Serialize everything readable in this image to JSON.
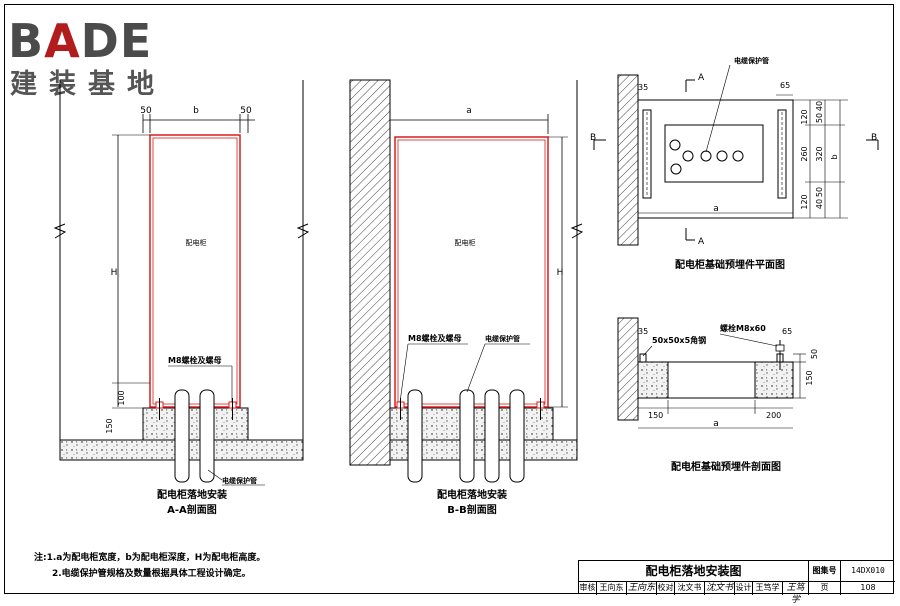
{
  "logo": {
    "brand_prefix": "B",
    "brand_accent": "A",
    "brand_suffix": "DE",
    "subtitle": "建装基地"
  },
  "colors": {
    "cabinet_outline": "#d81e1e",
    "line": "#000000",
    "hatch": "#555555"
  },
  "view_aa": {
    "cabinet_label": "配电柜",
    "dim_left": "50",
    "dim_b": "b",
    "dim_right": "50",
    "dim_h": "H",
    "dim_100": "100",
    "dim_150": "150",
    "bolt_label": "M8螺栓及螺母",
    "pipe_label": "电缆保护管",
    "caption1": "配电柜落地安装",
    "caption2": "A-A剖面图"
  },
  "view_bb": {
    "cabinet_label": "配电柜",
    "dim_a": "a",
    "dim_h": "H",
    "bolt_label": "M8螺栓及螺母",
    "pipe_label": "电缆保护管",
    "caption1": "配电柜落地安装",
    "caption2": "B-B剖面图"
  },
  "plan_view": {
    "pipe_label": "电缆保护管",
    "marker_a": "A",
    "marker_b": "B",
    "dim_65": "65",
    "dim_35": "35",
    "dim_120_top": "120",
    "dim_40_top": "40",
    "dim_50_top": "50",
    "dim_260": "260",
    "dim_320": "320",
    "dim_b": "b",
    "dim_50_bottom": "50",
    "dim_40_bottom": "40",
    "dim_120_bottom": "120",
    "dim_a": "a",
    "caption": "配电柜基础预埋件平面图"
  },
  "section_view": {
    "angle_label": "50x50x5角钢",
    "bolt_label": "螺栓M8x60",
    "dim_35": "35",
    "dim_65": "65",
    "dim_50": "50",
    "dim_150_right": "150",
    "dim_150_left": "150",
    "dim_200": "200",
    "dim_a": "a",
    "caption": "配电柜基础预埋件剖面图"
  },
  "notes": {
    "line1": "注:1.a为配电柜宽度，b为配电柜深度，H为配电柜高度。",
    "line2": "2.电缆保护管规格及数量根据具体工程设计确定。"
  },
  "title_block": {
    "title": "配电柜落地安装图",
    "atlas_label": "图集号",
    "atlas_value": "14DX010",
    "review_label": "审核",
    "reviewer": "王向东",
    "reviewer_sig": "王向东",
    "check_label": "校对",
    "checker": "沈文书",
    "checker_sig": "沈文书",
    "design_label": "设计",
    "designer": "王笃学",
    "designer_sig": "王笃学",
    "page_label": "页",
    "page_value": "108"
  }
}
